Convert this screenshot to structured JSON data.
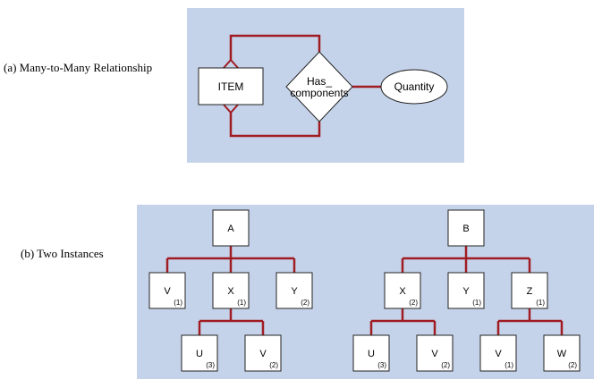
{
  "panel_a": {
    "caption": "(a) Many-to-Many Relationship",
    "entity_label": "ITEM",
    "relationship_line1": "Has_",
    "relationship_line2": "components",
    "attribute_label": "Quantity"
  },
  "panel_b": {
    "caption": "(b) Two Instances",
    "trees": [
      {
        "root": "A",
        "children": [
          {
            "label": "V",
            "qty": "(1)",
            "children": []
          },
          {
            "label": "X",
            "qty": "(1)",
            "children": [
              {
                "label": "U",
                "qty": "(3)"
              },
              {
                "label": "V",
                "qty": "(2)"
              }
            ]
          },
          {
            "label": "Y",
            "qty": "(2)",
            "children": []
          }
        ]
      },
      {
        "root": "B",
        "children": [
          {
            "label": "X",
            "qty": "(2)",
            "children": [
              {
                "label": "U",
                "qty": "(3)"
              },
              {
                "label": "V",
                "qty": "(2)"
              }
            ]
          },
          {
            "label": "Y",
            "qty": "(1)",
            "children": []
          },
          {
            "label": "Z",
            "qty": "(1)",
            "children": [
              {
                "label": "V",
                "qty": "(1)"
              },
              {
                "label": "W",
                "qty": "(2)"
              }
            ]
          }
        ]
      }
    ]
  },
  "colors": {
    "panel_bg": "#c5d3ea",
    "line": "#a01c22",
    "box_fill": "#ffffff",
    "box_stroke": "#222222"
  }
}
